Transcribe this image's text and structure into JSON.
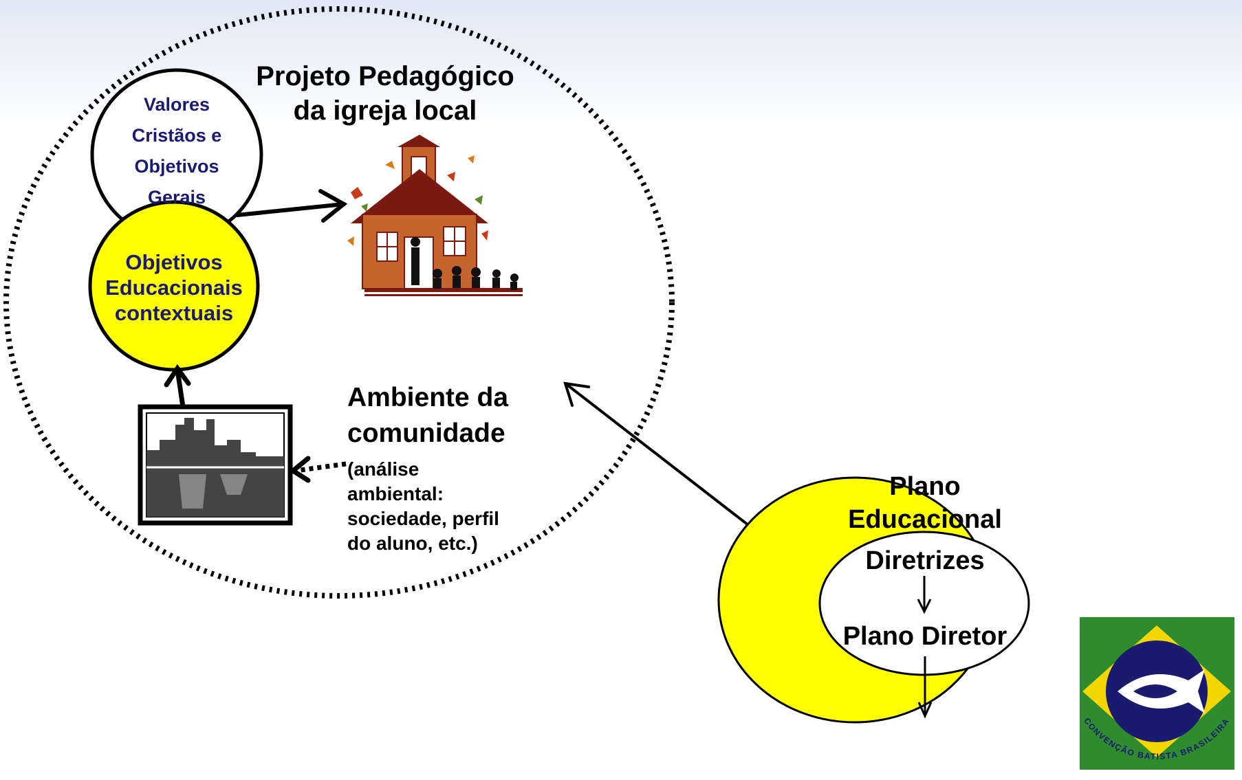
{
  "project": {
    "line1": "Projeto Pedagógico",
    "line2": "da igreja local"
  },
  "values_circle": {
    "line1": "Valores",
    "line2": "Cristãos e",
    "line3": "Objetivos",
    "line4": "Gerais"
  },
  "objectives_circle": {
    "line1": "Objetivos",
    "line2": "Educacionais",
    "line3": "contextuais"
  },
  "environment": {
    "title1": "Ambiente da",
    "title2": "comunidade",
    "note1": "(análise",
    "note2": "ambiental:",
    "note3": "sociedade, perfil",
    "note4": "do aluno, etc.)"
  },
  "plan": {
    "line1": "Plano",
    "line2": "Educacional",
    "guidelines": "Diretrizes",
    "master_plan": "Plano Diretor"
  },
  "logo": {
    "text": "CONVENÇÃO BATISTA BRASILEIRA"
  },
  "colors": {
    "yellow": "#ffff00",
    "navy": "#1a1a6e",
    "house": "#c4642e",
    "roof": "#7a1a10",
    "logo_green": "#2e8b2e",
    "logo_yellow": "#f2d600",
    "logo_blue": "#1a1a6e"
  }
}
